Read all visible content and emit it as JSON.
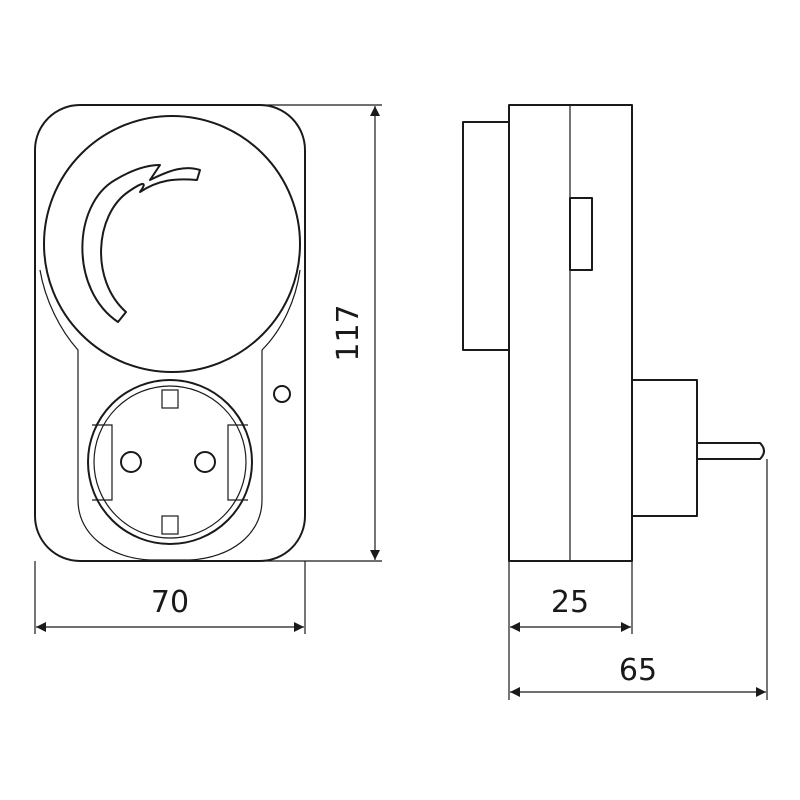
{
  "dimensions": {
    "width": "70",
    "height": "117",
    "depth_body": "25",
    "depth_total": "65"
  }
}
